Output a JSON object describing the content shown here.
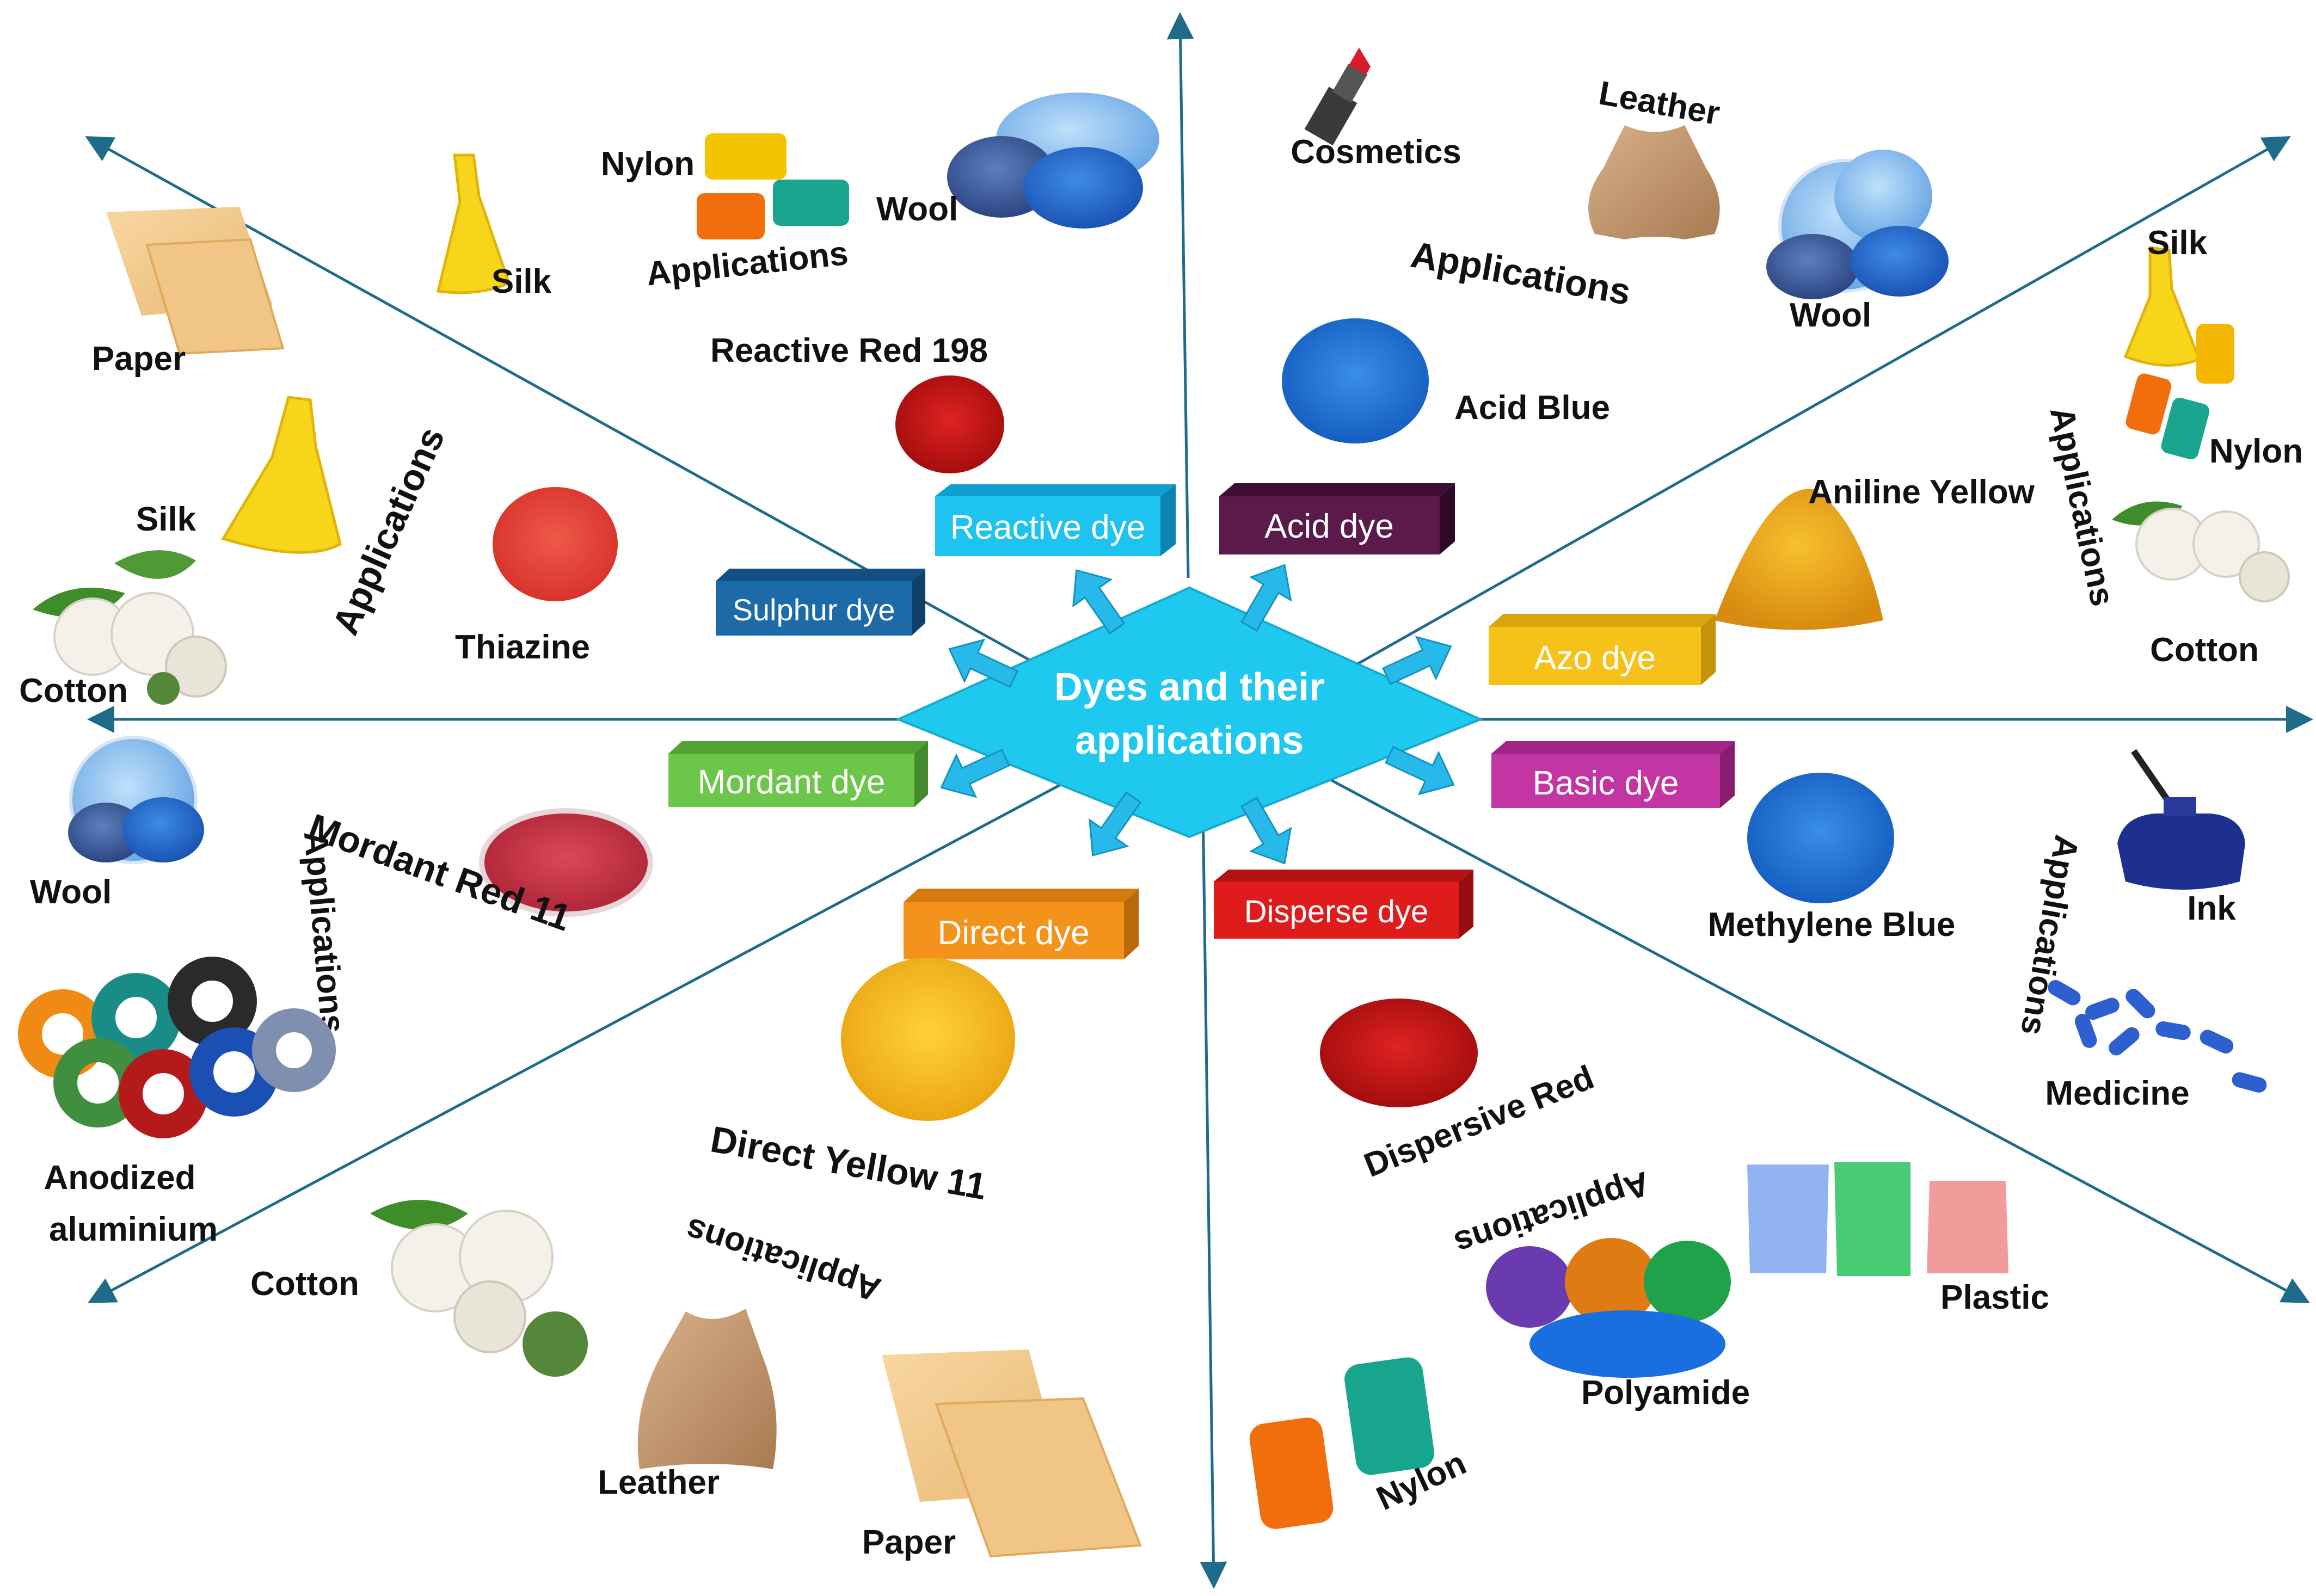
{
  "center": {
    "line1": "Dyes and their",
    "line2": "applications"
  },
  "colors": {
    "axis": "#1e6b8a",
    "center_fill": "#1ec8ee",
    "arrow": "#27b9ea",
    "reactive": "#1ec3f0",
    "acid": "#5a1a4a",
    "sulphur": "#1d6aa8",
    "azo": "#f6c21a",
    "mordant": "#6cc64a",
    "basic": "#c435a4",
    "direct": "#f3931b",
    "disperse": "#e01b1b"
  },
  "dyes": [
    {
      "id": "reactive",
      "label": "Reactive dye"
    },
    {
      "id": "acid",
      "label": "Acid dye"
    },
    {
      "id": "sulphur",
      "label": "Sulphur dye"
    },
    {
      "id": "azo",
      "label": "Azo dye"
    },
    {
      "id": "mordant",
      "label": "Mordant dye"
    },
    {
      "id": "basic",
      "label": "Basic dye"
    },
    {
      "id": "direct",
      "label": "Direct dye"
    },
    {
      "id": "disperse",
      "label": "Disperse dye"
    }
  ],
  "examples": {
    "reactive": "Reactive Red 198",
    "acid": "Acid Blue",
    "sulphur": "Thiazine",
    "azo": "Aniline Yellow",
    "mordant": "Mordant Red 11",
    "basic": "Methylene Blue",
    "direct": "Direct Yellow 11",
    "disperse": "Dispersive Red"
  },
  "applications_label": "Applications",
  "items": {
    "reactive": [
      "Nylon",
      "Wool",
      "Silk"
    ],
    "acid": [
      "Cosmetics",
      "Leather",
      "Wool"
    ],
    "sulphur": [
      "Paper",
      "Silk",
      "Cotton"
    ],
    "azo": [
      "Silk",
      "Nylon",
      "Cotton"
    ],
    "mordant": [
      "Wool",
      "Anodized",
      "aluminium"
    ],
    "basic": [
      "Ink",
      "Medicine"
    ],
    "direct": [
      "Cotton",
      "Leather",
      "Paper"
    ],
    "disperse": [
      "Plastic",
      "Polyamide",
      "Nylon"
    ]
  }
}
